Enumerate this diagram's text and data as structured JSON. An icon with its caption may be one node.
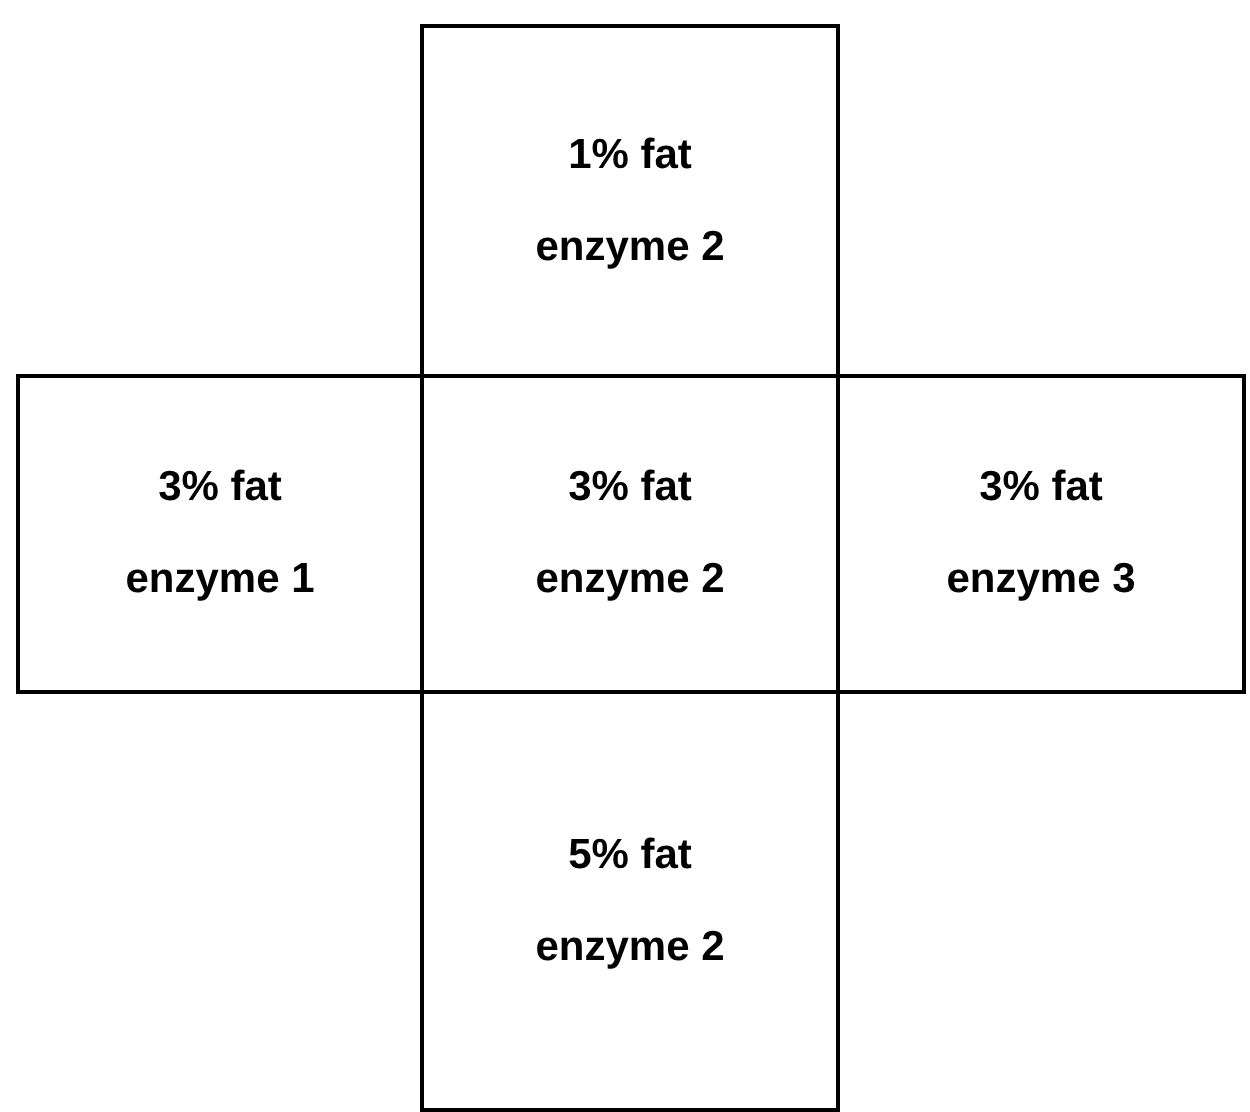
{
  "diagram": {
    "nodes": [
      {
        "text": [
          "1% fat",
          "enzyme 2"
        ]
      },
      {
        "text": [
          "3% fat",
          "enzyme 1"
        ]
      },
      {
        "text": [
          "3% fat",
          "enzyme 2"
        ]
      },
      {
        "text": [
          "3% fat",
          "enzyme 3"
        ]
      },
      {
        "text": [
          "5% fat",
          "enzyme 2"
        ]
      }
    ]
  }
}
